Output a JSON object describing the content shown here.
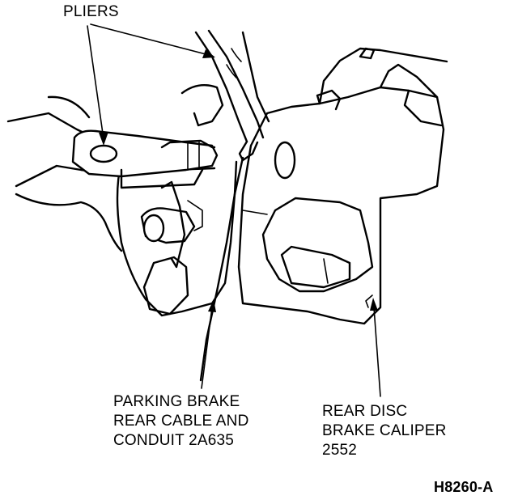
{
  "labels": {
    "pliers": "PLIERS",
    "parking_brake_cable": {
      "line1": "PARKING BRAKE",
      "line2": "REAR CABLE AND",
      "line3": "CONDUIT 2A635"
    },
    "caliper": {
      "line1": "REAR DISC",
      "line2": "BRAKE CALIPER",
      "line3": "2552"
    },
    "figure_id": "H8260-A"
  }
}
